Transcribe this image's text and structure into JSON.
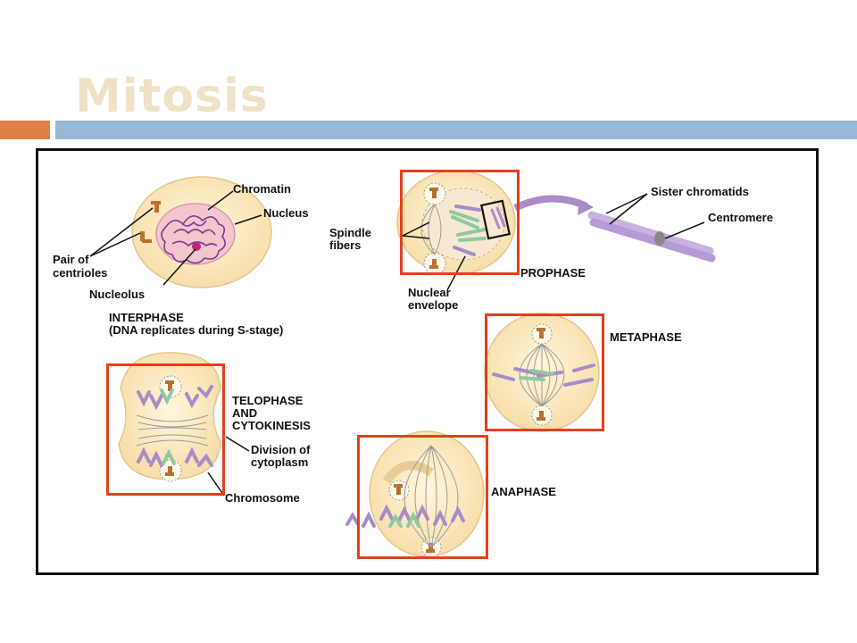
{
  "slide": {
    "title": "Mitosis",
    "title_color": "#efe1c6",
    "accent_orange": "#df8144",
    "accent_blue": "#98b9d6",
    "highlight_color": "#e4401a"
  },
  "diagram": {
    "interphase": {
      "chromatin": "Chromatin",
      "nucleus": "Nucleus",
      "centrioles_line1": "Pair of",
      "centrioles_line2": "centrioles",
      "nucleolus": "Nucleolus",
      "stage_name": "INTERPHASE",
      "stage_note": "(DNA replicates during S-stage)"
    },
    "prophase": {
      "spindle_line1": "Spindle",
      "spindle_line2": "fibers",
      "envelope_line1": "Nuclear",
      "envelope_line2": "envelope",
      "stage_name": "PROPHASE",
      "sister_chromatids": "Sister chromatids",
      "centromere": "Centromere"
    },
    "metaphase": {
      "stage_name": "METAPHASE"
    },
    "anaphase": {
      "stage_name": "ANAPHASE"
    },
    "telophase": {
      "stage_line1": "TELOPHASE",
      "stage_line2": "AND",
      "stage_line3": "CYTOKINESIS",
      "division_line1": "Division of",
      "division_line2": "cytoplasm",
      "chromosome": "Chromosome"
    }
  }
}
